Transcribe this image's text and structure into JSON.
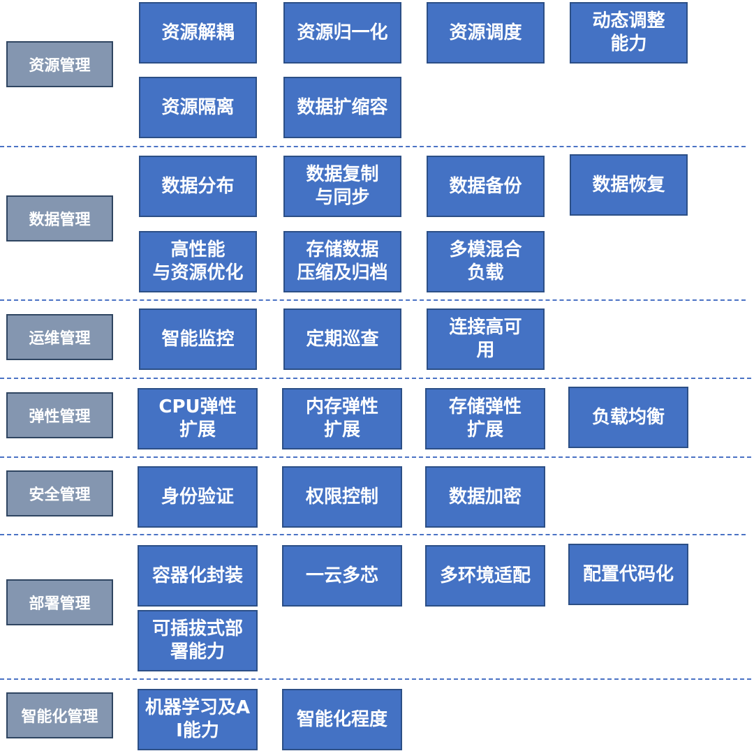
{
  "colors": {
    "category_fill": "#8496b0",
    "box_fill": "#4472c4",
    "divider": "#4a72c4",
    "text": "#ffffff"
  },
  "groups": [
    {
      "category": "资源管理",
      "items": [
        "资源解耦",
        "资源归一化",
        "资源调度",
        "动态调整能力",
        "资源隔离",
        "数据扩缩容"
      ]
    },
    {
      "category": "数据管理",
      "items": [
        "数据分布",
        "数据复制与同步",
        "数据备份",
        "数据恢复",
        "高性能与资源优化",
        "存储数据压缩及归档",
        "多模混合负载"
      ]
    },
    {
      "category": "运维管理",
      "items": [
        "智能监控",
        "定期巡查",
        "连接高可用"
      ]
    },
    {
      "category": "弹性管理",
      "items": [
        "CPU弹性扩展",
        "内存弹性扩展",
        "存储弹性扩展",
        "负载均衡"
      ]
    },
    {
      "category": "安全管理",
      "items": [
        "身份验证",
        "权限控制",
        "数据加密"
      ]
    },
    {
      "category": "部署管理",
      "items": [
        "容器化封装",
        "一云多芯",
        "多环境适配",
        "配置代码化",
        "可插拔式部署能力"
      ]
    },
    {
      "category": "智能化管理",
      "items": [
        "机器学习及AI能力",
        "智能化程度"
      ]
    }
  ]
}
